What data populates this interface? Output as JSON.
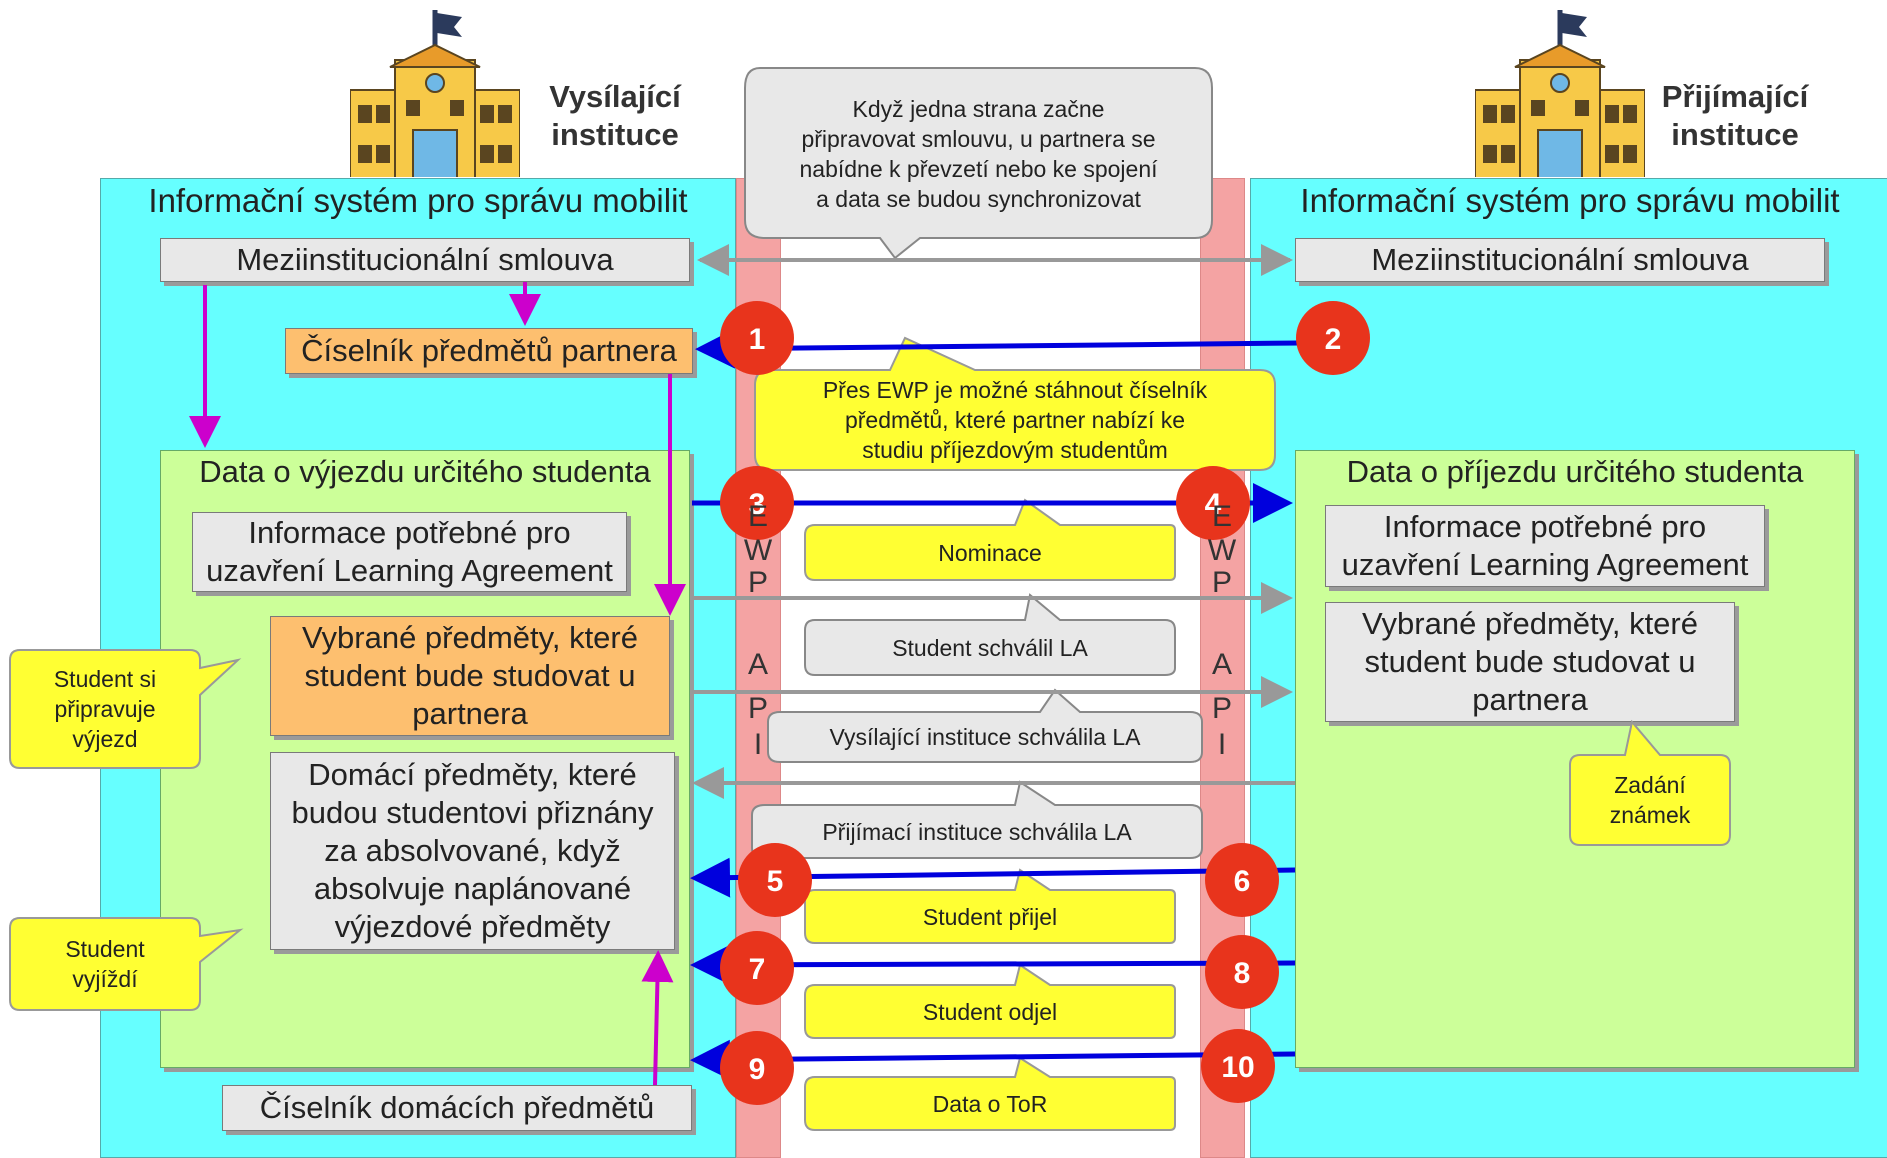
{
  "left": {
    "institution": [
      "Vysílající",
      "instituce"
    ],
    "system_title": "Informační systém pro správu mobilit",
    "agreement": "Meziinstitucionální smlouva",
    "partner_catalog": "Číselník předmětů partnera",
    "student_data_title": "Data o výjezdu určitého studenta",
    "la_info": [
      "Informace potřebné pro",
      "uzavření Learning Agreement"
    ],
    "selected_courses": [
      "Vybrané předměty, které",
      "student bude studovat u",
      "partnera"
    ],
    "home_courses": [
      "Domácí předměty, které",
      "budou studentovi přiznány",
      "za absolvované, když",
      "absolvuje naplánované",
      "výjezdové předměty"
    ],
    "home_catalog": "Číselník domácích předmětů"
  },
  "right": {
    "institution": [
      "Přijímající",
      "instituce"
    ],
    "system_title": "Informační systém pro správu mobilit",
    "agreement": "Meziinstitucionální smlouva",
    "student_data_title": "Data o příjezdu určitého studenta",
    "la_info": [
      "Informace potřebné pro",
      "uzavření Learning Agreement"
    ],
    "selected_courses": [
      "Vybrané předměty, které",
      "student bude studovat u",
      "partnera"
    ]
  },
  "api_letters": [
    "E",
    "W",
    "P",
    "A",
    "P",
    "I"
  ],
  "callouts": {
    "sync_note": [
      "Když jedna strana začne",
      "připravovat smlouvu, u partnera se",
      "nabídne k převzetí nebo ke spojení",
      "a data se budou synchronizovat"
    ],
    "ewp_note": [
      "Přes EWP je možné stáhnout číselník",
      "předmětů, které partner nabízí ke",
      "studiu příjezdovým studentům"
    ],
    "nomination": "Nominace",
    "student_approved": "Student schválil LA",
    "sending_approved": "Vysílající instituce schválila LA",
    "receiving_approved": "Přijímací instituce schválila LA",
    "student_arrived": "Student přijel",
    "student_left": "Student odjel",
    "tor_data": "Data o ToR",
    "student_prepares": [
      "Student si",
      "připravuje",
      "výjezd"
    ],
    "student_departs": [
      "Student",
      "vyjíždí"
    ],
    "grades": [
      "Zadání",
      "známek"
    ]
  },
  "badges": [
    "1",
    "2",
    "3",
    "4",
    "5",
    "6",
    "7",
    "8",
    "9",
    "10"
  ],
  "colors": {
    "panel": "#66ffff",
    "api_bar": "#f4a3a3",
    "student_area": "#ccff99",
    "catalog": "#fdbf6f",
    "yellow_callout": "#ffff33",
    "grey_callout": "#e8e8e8",
    "badge": "#e8341c",
    "blue_arrow": "#0000dd",
    "grey_arrow": "#999999",
    "magenta_arrow": "#cc00cc"
  }
}
